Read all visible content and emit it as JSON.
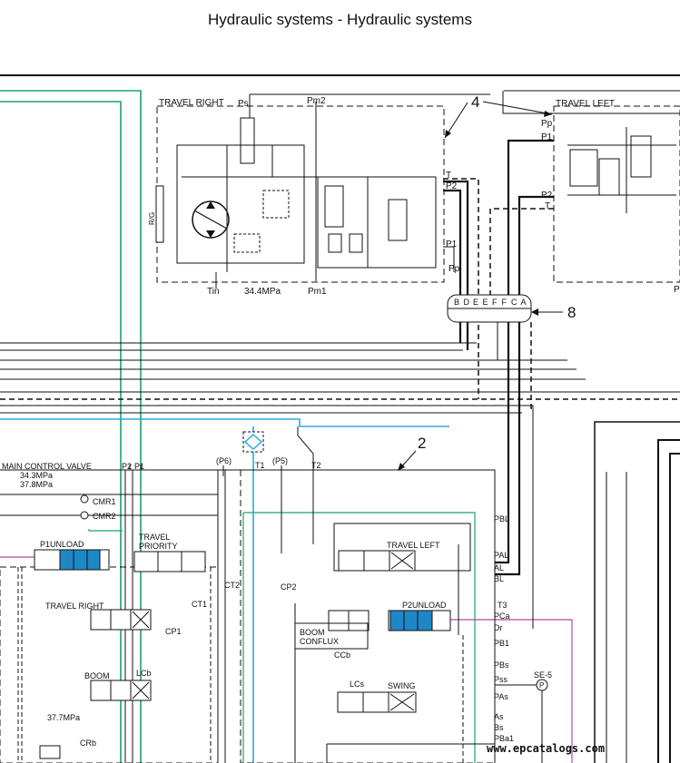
{
  "title": "Hydraulic systems - Hydraulic systems",
  "travel_right": {
    "label": "TRAVEL RIGHT",
    "ps": "Ps",
    "pm2": "Pm2",
    "t": "T",
    "p2": "P2",
    "p1": "P1",
    "pp": "Pp",
    "tin": "Tin",
    "pressure": "34.4MPa",
    "pm1": "Pm1",
    "rg": "R/G"
  },
  "travel_left": {
    "label": "TRAVEL LEFT",
    "pp": "Pp",
    "p1": "P1",
    "p2": "P2",
    "t": "T",
    "p_edge": "P"
  },
  "callouts": {
    "c4": "4",
    "c8": "8",
    "c2": "2"
  },
  "swivel": {
    "ports": [
      "B",
      "D",
      "E",
      "E",
      "F",
      "F",
      "C",
      "A"
    ]
  },
  "mcv": {
    "label": "MAIN CONTROL VALVE",
    "p2": "P2",
    "p1": "P1",
    "p6": "(P6)",
    "t1": "T1",
    "p5": "(P5)",
    "t2": "T2",
    "relief_1": "34.3MPa",
    "relief_2": "37.8MPa",
    "cmr1": "CMR1",
    "cmr2": "CMR2",
    "p1unload": "P1UNLOAD",
    "travel_priority_1": "TRAVEL",
    "travel_priority_2": "PRIORITY",
    "travel_right": "TRAVEL RIGHT",
    "cp1": "CP1",
    "ct1": "CT1",
    "ct2": "CT2",
    "cp2": "CP2",
    "boom": "BOOM",
    "lcb": "LCb",
    "relief_3": "37.7MPa",
    "crb": "CRb",
    "travel_left": "TRAVEL LEFT",
    "p2unload": "P2UNLOAD",
    "t3": "T3",
    "boom_conflux_1": "BOOM",
    "boom_conflux_2": "CONFLUX",
    "ccb": "CCb",
    "lcs": "LCs",
    "swing": "SWING",
    "se5": "SE-5",
    "p_circle": "P",
    "ports": [
      "PBL",
      "PAL",
      "AL",
      "BL",
      "PCa",
      "Dr",
      "PB1",
      "PBs",
      "Pss",
      "PAs",
      "As",
      "Bs",
      "PBa1"
    ]
  },
  "watermark": "www.epcatalogs.com",
  "colors": {
    "green": "#1aa368",
    "cyan": "#29a8e0",
    "magenta": "#b04a9c",
    "spool_blue": "#1e87c8",
    "line": "#111111"
  }
}
